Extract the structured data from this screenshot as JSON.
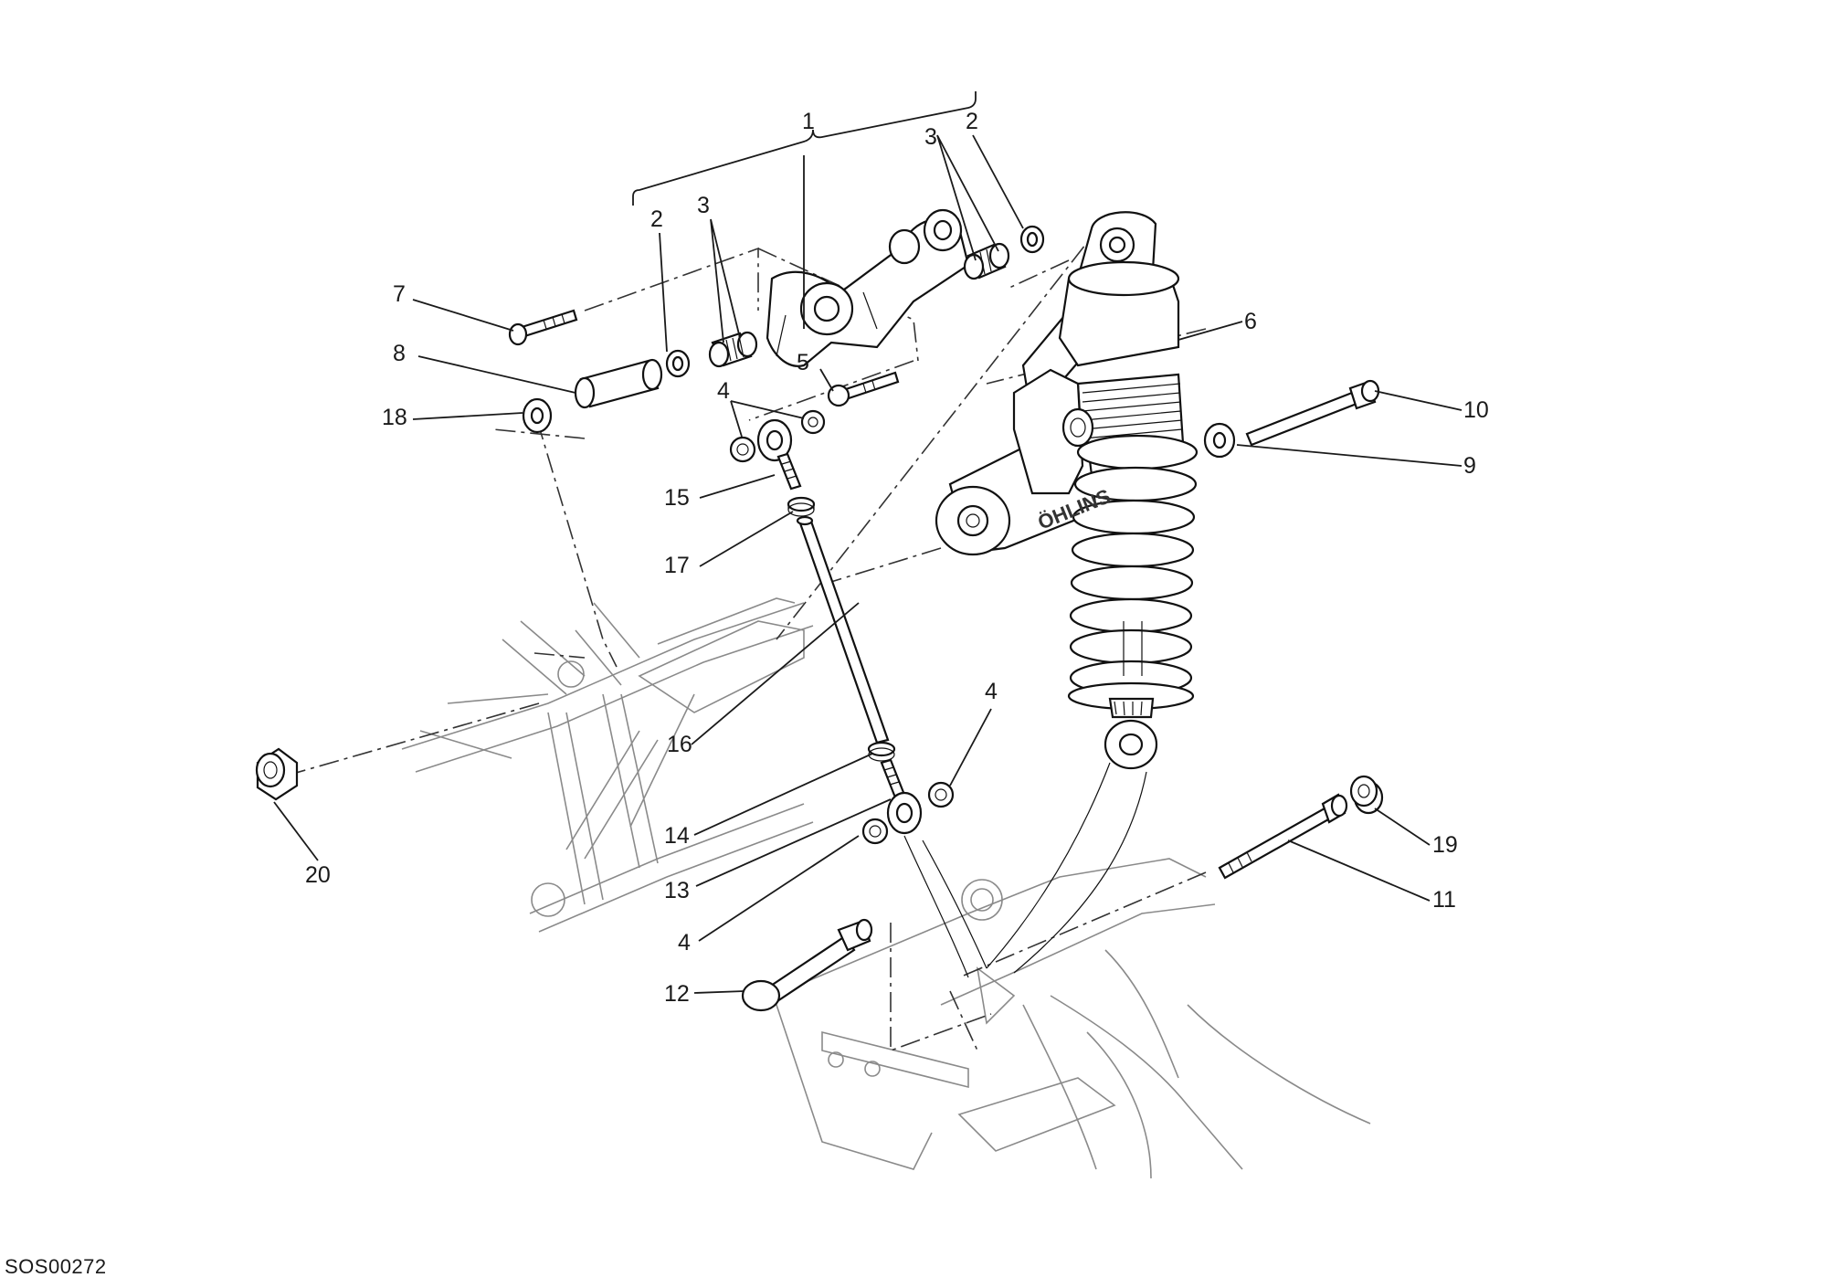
{
  "drawing_code": "SOS00272",
  "brand_mark": "ÖHLINS",
  "callouts": [
    {
      "id": "c1a",
      "text": "1"
    },
    {
      "id": "c2a",
      "text": "2"
    },
    {
      "id": "c3a",
      "text": "3"
    },
    {
      "id": "c2b",
      "text": "2"
    },
    {
      "id": "c3b",
      "text": "3"
    },
    {
      "id": "c7",
      "text": "7"
    },
    {
      "id": "c8",
      "text": "8"
    },
    {
      "id": "c18",
      "text": "18"
    },
    {
      "id": "c5",
      "text": "5"
    },
    {
      "id": "c4a",
      "text": "4"
    },
    {
      "id": "c15",
      "text": "15"
    },
    {
      "id": "c17",
      "text": "17"
    },
    {
      "id": "c6",
      "text": "6"
    },
    {
      "id": "c10",
      "text": "10"
    },
    {
      "id": "c9",
      "text": "9"
    },
    {
      "id": "c4b",
      "text": "4"
    },
    {
      "id": "c16",
      "text": "16"
    },
    {
      "id": "c20",
      "text": "20"
    },
    {
      "id": "c14",
      "text": "14"
    },
    {
      "id": "c13",
      "text": "13"
    },
    {
      "id": "c4c",
      "text": "4"
    },
    {
      "id": "c12",
      "text": "12"
    },
    {
      "id": "c19",
      "text": "19"
    },
    {
      "id": "c11",
      "text": "11"
    }
  ]
}
